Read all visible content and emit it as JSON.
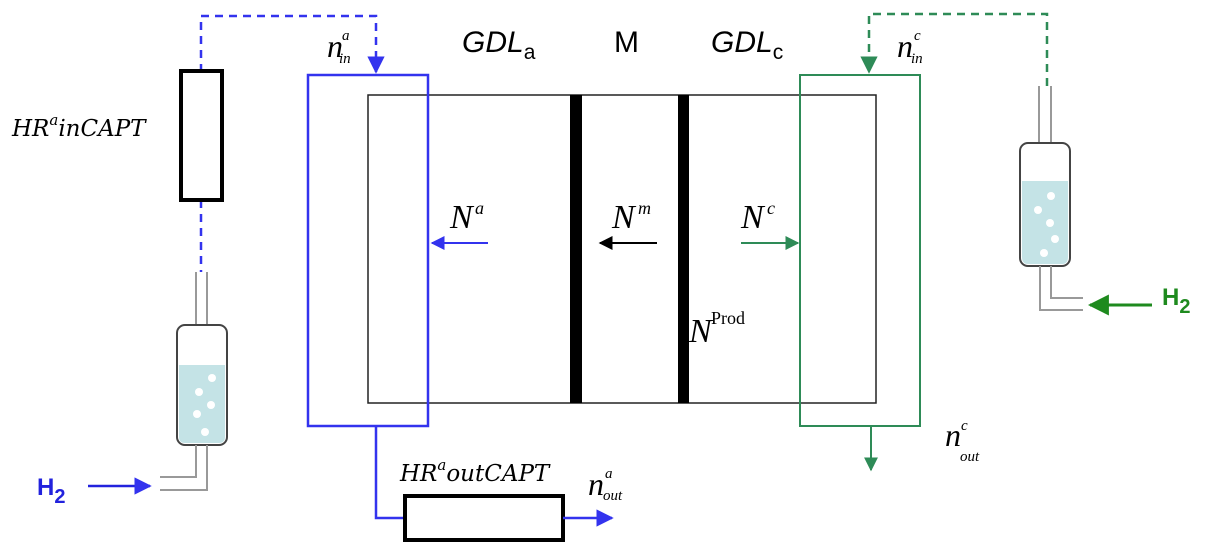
{
  "title_row": {
    "gdl_a": {
      "base": "GDL",
      "sub": "a"
    },
    "membrane": "M",
    "gdl_c": {
      "base": "GDL",
      "sub": "c"
    }
  },
  "anode": {
    "n_in": {
      "base": "n",
      "sup": "a",
      "sub": "in"
    },
    "n_out": {
      "base": "n",
      "sup": "a",
      "sub": "out"
    },
    "flux": {
      "base": "N",
      "sup": "a"
    },
    "hr_in": {
      "base": "HR",
      "sup": "a",
      "rest": "inCAPT"
    },
    "hr_out": {
      "base": "HR",
      "sup": "a",
      "rest": "outCAPT"
    },
    "gas": {
      "base": "H",
      "sub": "2"
    }
  },
  "membrane": {
    "flux": {
      "base": "N",
      "sup": "m"
    },
    "prod": {
      "base": "N",
      "sup": "Prod"
    }
  },
  "cathode": {
    "n_in": {
      "base": "n",
      "sup": "c",
      "sub": "in"
    },
    "n_out": {
      "base": "n",
      "sup": "c",
      "sub": "out"
    },
    "flux": {
      "base": "N",
      "sup": "c"
    },
    "gas": {
      "base": "H",
      "sub": "2"
    }
  },
  "colors": {
    "anode": "#3333ee",
    "cathode": "#2e8b57",
    "cathode_gas": "#1e8a1e",
    "anode_gas": "#2222dd",
    "water": "#c4e3e6"
  }
}
